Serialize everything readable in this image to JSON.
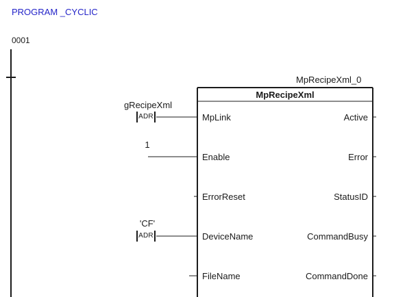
{
  "program_title": "PROGRAM _CYCLIC",
  "network_number": "0001",
  "function_block": {
    "instance_name": "MpRecipeXml_0",
    "type_name": "MpRecipeXml",
    "inputs": [
      {
        "name": "MpLink",
        "value": "gRecipeXml",
        "adr": true
      },
      {
        "name": "Enable",
        "value": "1",
        "adr": false
      },
      {
        "name": "ErrorReset",
        "value": "",
        "adr": false
      },
      {
        "name": "DeviceName",
        "value": "'CF'",
        "adr": true
      },
      {
        "name": "FileName",
        "value": "",
        "adr": false
      }
    ],
    "outputs": [
      "Active",
      "Error",
      "StatusID",
      "CommandBusy",
      "CommandDone"
    ]
  },
  "adr_label": "ADR"
}
